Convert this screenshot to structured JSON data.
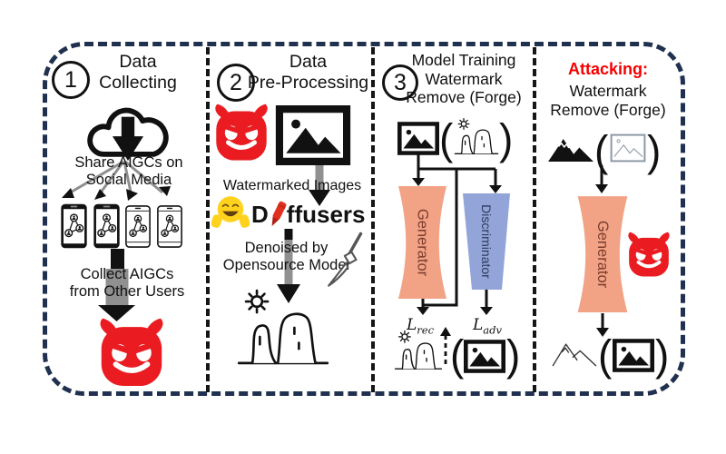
{
  "panel1": {
    "number": "1",
    "title_line1": "Data",
    "title_line2": "Collecting",
    "share_line1": "Share AIGCs on",
    "share_line2": "Social Media",
    "collect_line1": "Collect AIGCs",
    "collect_line2": "from Other Users"
  },
  "panel2": {
    "number": "2",
    "title_line1": "Data",
    "title_line2": "Pre-Processing",
    "watermarked_label": "Watermarked Images",
    "diffusers_d": "D",
    "diffusers_rest": "ffusers",
    "denoised_line1": "Denoised by",
    "denoised_line2": "Opensource Model"
  },
  "panel3": {
    "number": "3",
    "title_line1": "Model Training",
    "title_line2": "Watermark",
    "title_line3": "Remove (Forge)",
    "generator_label": "Generator",
    "discriminator_label": "Discriminator",
    "loss_rec_base": "L",
    "loss_rec_sub": "rec",
    "loss_adv_base": "L",
    "loss_adv_sub": "adv"
  },
  "panel4": {
    "attacking_label": "Attacking:",
    "title_line1": "Watermark",
    "title_line2": "Remove (Forge)",
    "generator_label": "Generator"
  },
  "symbols": {
    "paren_open": "(",
    "paren_close": ")"
  },
  "icons": [
    "devil-face",
    "cloud-download",
    "smartphone-share-filled",
    "smartphone-share-outline",
    "framed-image",
    "framed-image-faint",
    "landscape-rocks-sun",
    "hugging-face",
    "red-marker",
    "paintbrush",
    "mountains-solid",
    "mountains-outline",
    "generator-hourglass",
    "discriminator-trapezoid"
  ],
  "colors": {
    "frame_navy": "#20304f",
    "devil_red": "#ea1c21",
    "attacking_red": "#f60000",
    "generator_fill": "#f2a285",
    "generator_text": "#7b3d2e",
    "discriminator_fill": "#92a4d8",
    "discriminator_text": "#2e3a5c",
    "hf_yellow": "#ffd21e",
    "arrow_gray": "#909090"
  }
}
